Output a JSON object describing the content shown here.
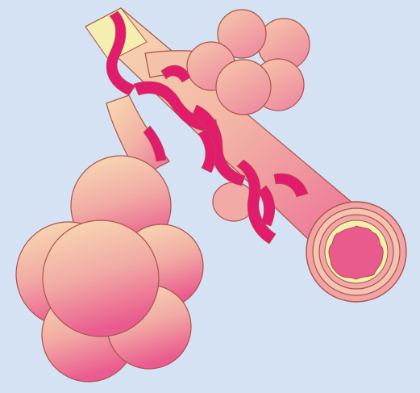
{
  "illustration": {
    "colors": {
      "background": "#d5e2f3",
      "tissue_light": "#f7d9b0",
      "tissue_pink": "#f2a7a5",
      "tissue_deep": "#ec5d8f",
      "vessel": "#e11d6b",
      "outline": "#a9534a",
      "cut_end": "#f4efb0",
      "lumen": "#e85b8c"
    },
    "elements": [
      "bronchiole",
      "terminal-bronchiole",
      "alveolar-sac-small",
      "alveolar-sac-large",
      "small-alveolus",
      "capillary-network",
      "airway-cross-section"
    ]
  }
}
